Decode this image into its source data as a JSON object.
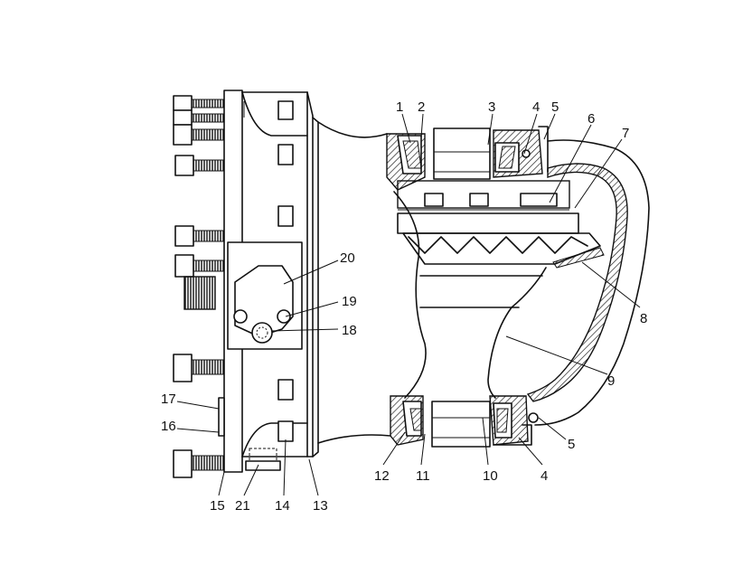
{
  "callouts": {
    "c1": "1",
    "c2": "2",
    "c3": "3",
    "c4_top": "4",
    "c5_top": "5",
    "c6": "6",
    "c7": "7",
    "c8": "8",
    "c9": "9",
    "c20": "20",
    "c19": "19",
    "c18": "18",
    "c17": "17",
    "c16": "16",
    "c15": "15",
    "c21": "21",
    "c14": "14",
    "c13": "13",
    "c12": "12",
    "c11": "11",
    "c10": "10",
    "c4_bot": "4",
    "c5_bot": "5"
  }
}
